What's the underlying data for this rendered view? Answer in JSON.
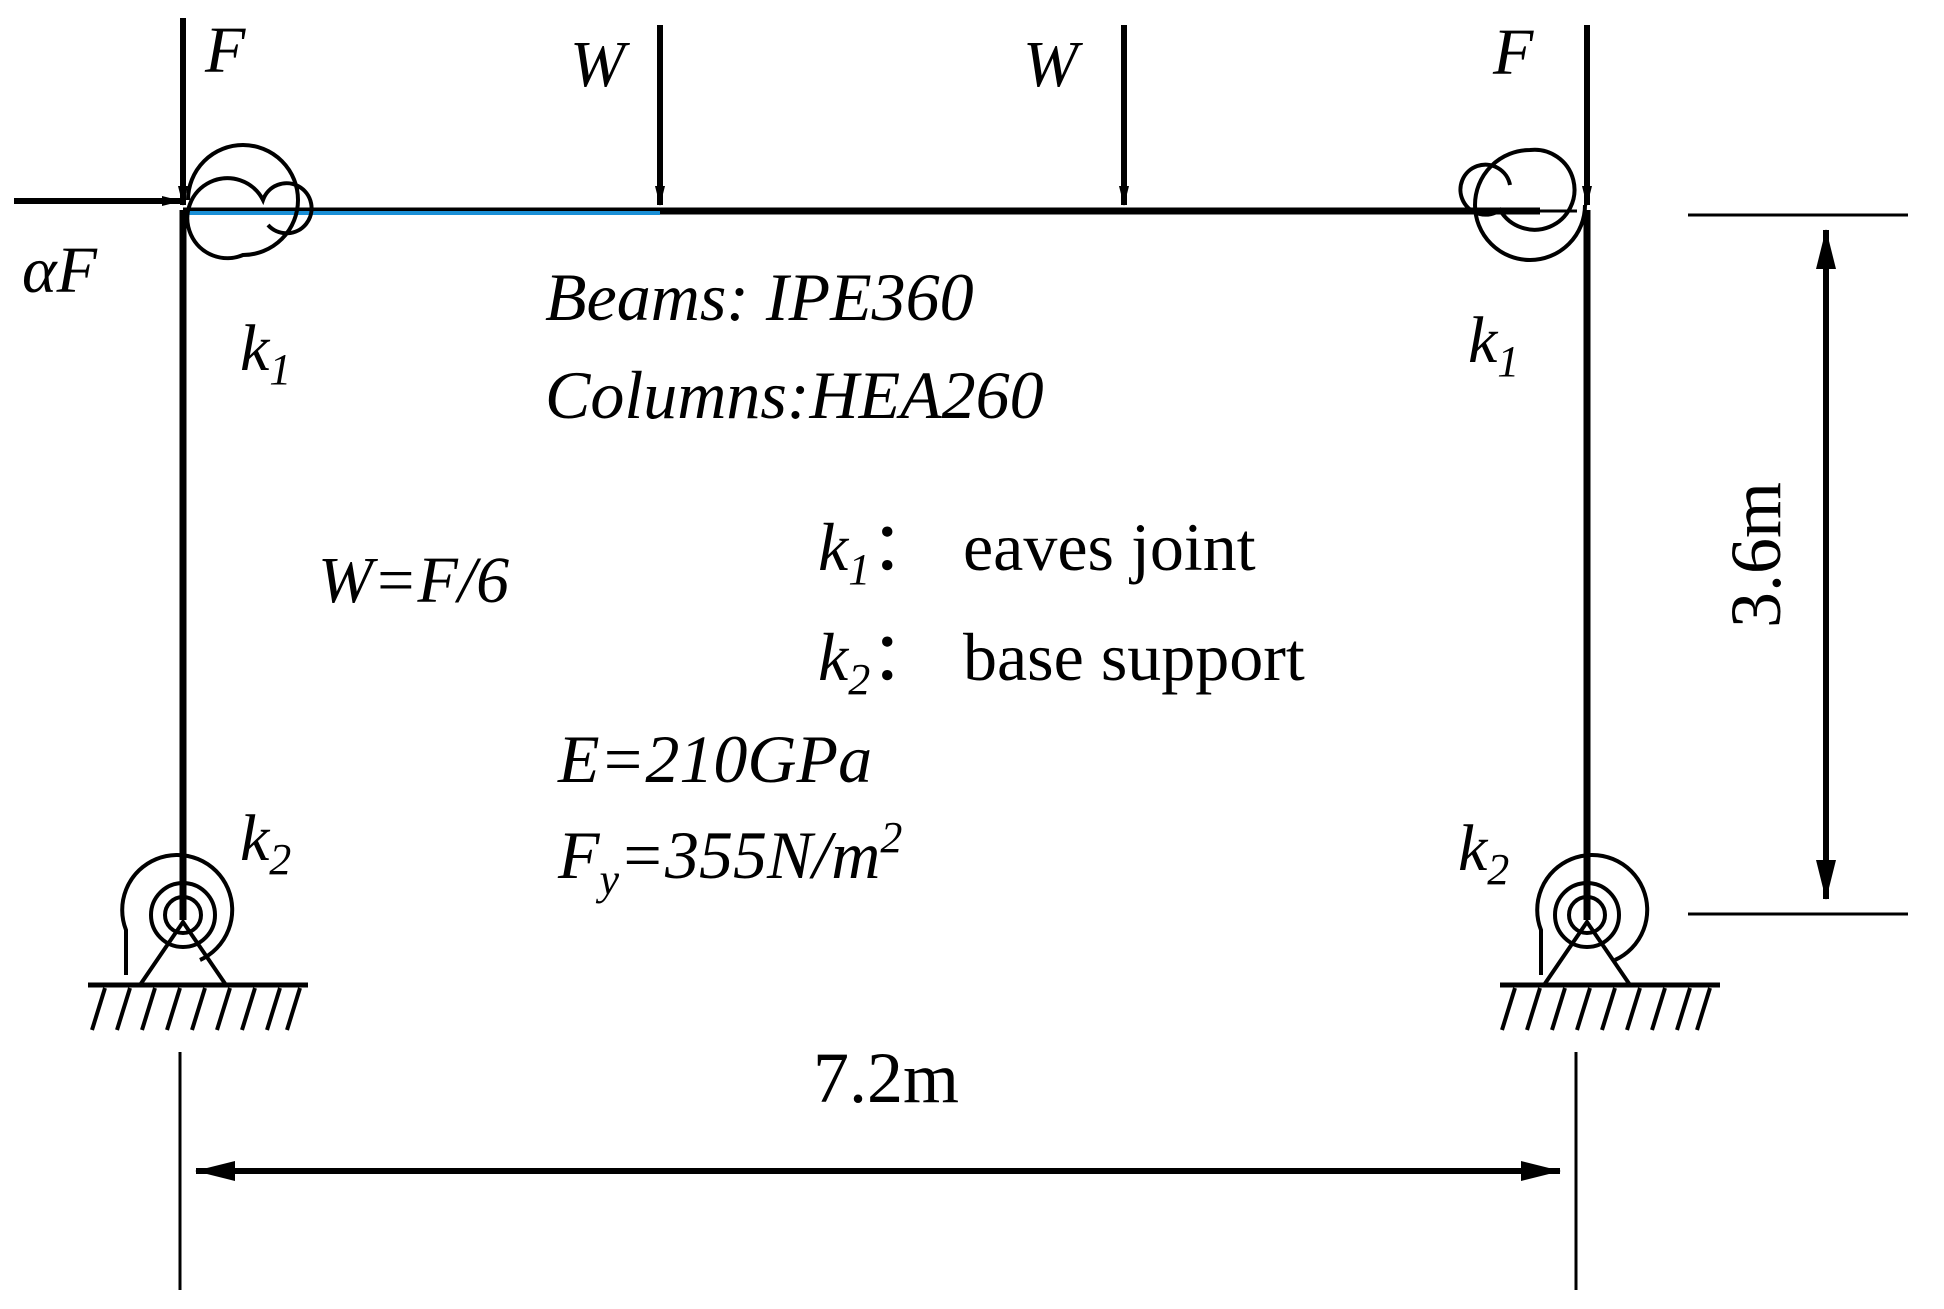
{
  "loads": {
    "left_column_top": "F",
    "right_column_top": "F",
    "beam_load_1": "W",
    "beam_load_2": "W",
    "horizontal_prefix": "α",
    "horizontal_symbol": "F"
  },
  "springs": {
    "symbol": "k",
    "eaves_subscript": "1",
    "base_subscript": "2"
  },
  "sections": {
    "beams": "Beams: IPE360",
    "columns": "Columns:HEA260"
  },
  "load_relation": "W=F/6",
  "legend": {
    "k1_colon": "：",
    "k1_label": "eaves joint",
    "k2_colon": "：",
    "k2_label": "base support"
  },
  "material": {
    "modulus": "E=210GPa",
    "fy_main": "F",
    "fy_sub": "y",
    "fy_value": "=355N/m",
    "fy_exp": "2"
  },
  "dimensions": {
    "height": "3.6m",
    "width": "7.2m"
  },
  "colors": {
    "line": "#000000",
    "highlight": "#1a8fd6"
  }
}
